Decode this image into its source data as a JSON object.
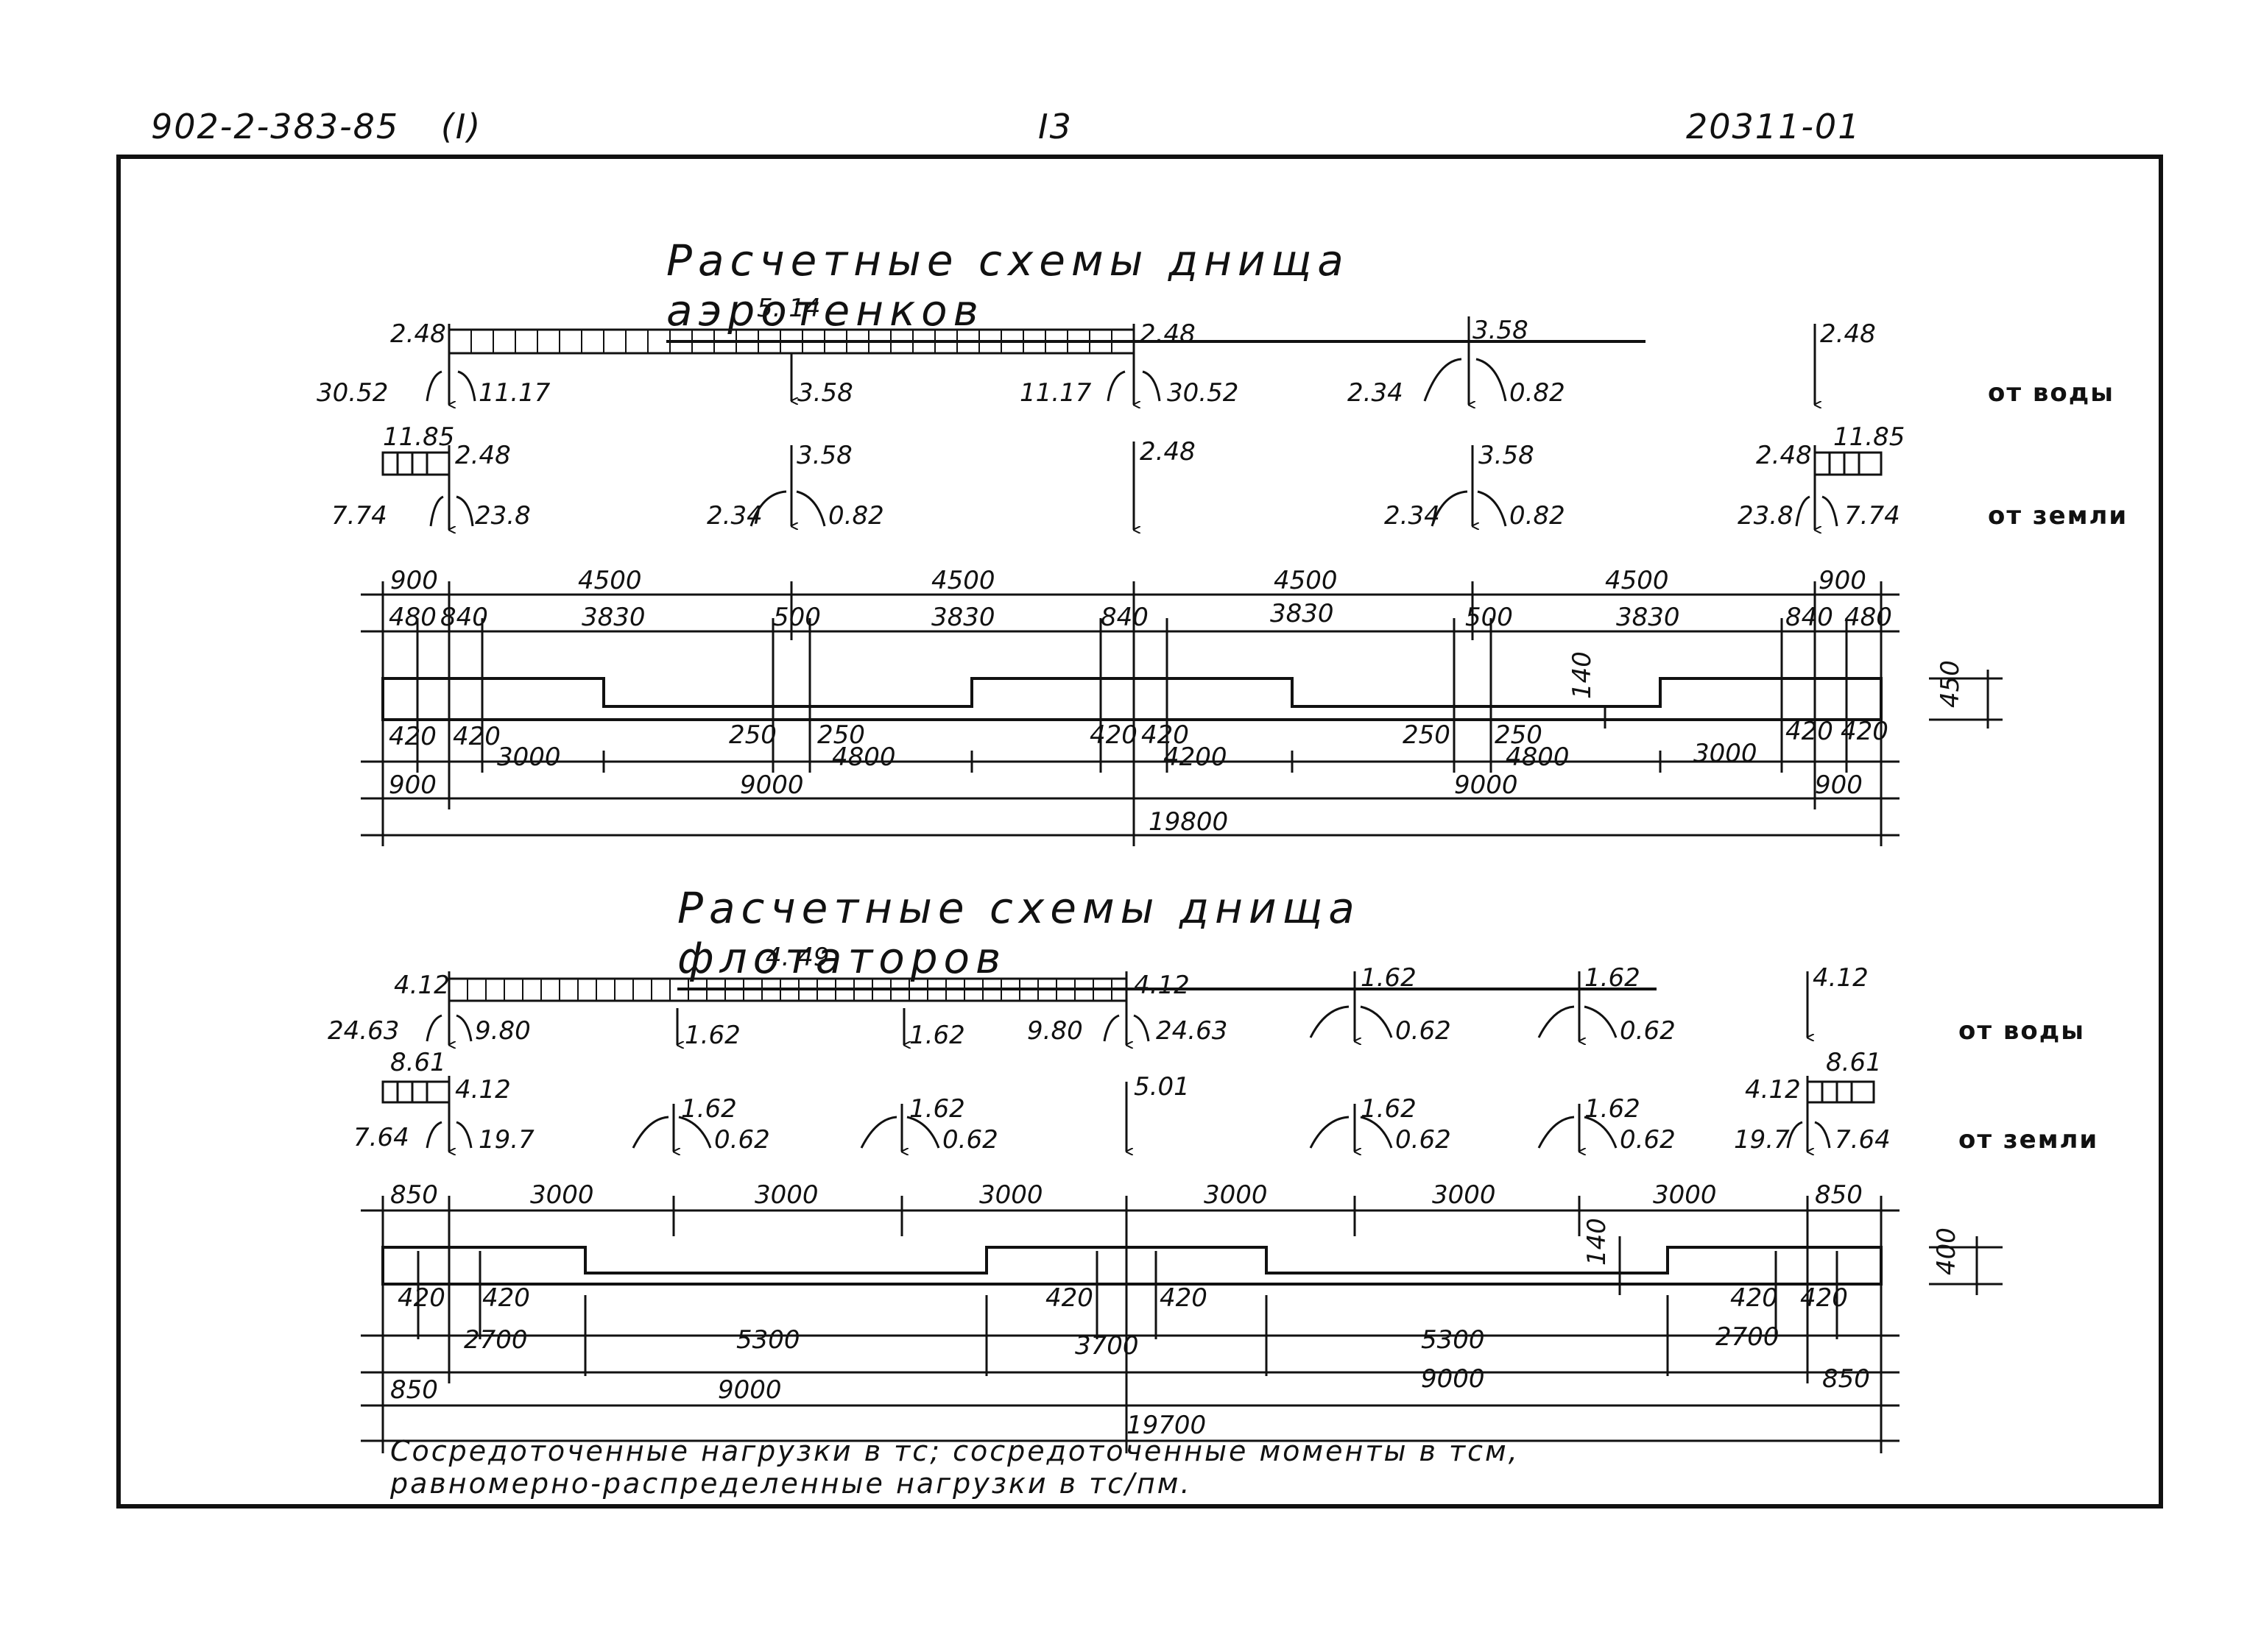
{
  "header": {
    "doc_code": "902-2-383-85",
    "album": "(I)",
    "page": "I3",
    "sheet": "20311-01"
  },
  "aero": {
    "title": "Расчетные схемы днища аэротенков",
    "water": {
      "udl": "5. 14",
      "v_left": "2.48",
      "v_right": "2.48",
      "m_left_out": "30.52",
      "m_left_in": "11.17",
      "p_mid": "3.58",
      "m_right_in": "11.17",
      "m_right_out": "30.52",
      "p3": "3.58",
      "m3_left": "2.34",
      "m3_right": "0.82",
      "p4": "2.48",
      "label": "от воды"
    },
    "soil": {
      "w_left": "11.85",
      "v_left": "2.48",
      "m_left_out": "7.74",
      "m_left_in": "23.8",
      "p2": "3.58",
      "m2_left": "2.34",
      "m2_right": "0.82",
      "p3": "2.48",
      "p4": "3.58",
      "m4_left": "2.34",
      "m4_right": "0.82",
      "v_right": "2.48",
      "w_right": "11.85",
      "m_right_in": "23.8",
      "m_right_out": "7.74",
      "label": "от земли"
    },
    "dims_top": [
      "900",
      "4500",
      "4500",
      "4500",
      "4500",
      "900"
    ],
    "dims_top2": [
      "480",
      "840",
      "3830",
      "500",
      "3830",
      "840",
      "3830",
      "500",
      "3830",
      "840",
      "480"
    ],
    "dims_thick": [
      "140",
      "450"
    ],
    "dims_bot1": [
      "420",
      "420",
      "3000",
      "250",
      "250",
      "4800",
      "420",
      "420",
      "4200",
      "250",
      "250",
      "4800",
      "3000",
      "420",
      "420"
    ],
    "dims_bot2": [
      "900",
      "9000",
      "9000",
      "900"
    ],
    "total": "19800"
  },
  "flot": {
    "title": "Расчетные схемы днища флотаторов",
    "water": {
      "udl": "4. 49",
      "v_left": "4.12",
      "v_right": "4.12",
      "m_left_out": "24.63",
      "m_left_in": "9.80",
      "p_a": "1.62",
      "p_b": "1.62",
      "m_right_in": "9.80",
      "m_right_out": "24.63",
      "p5": "1.62",
      "m5": "0.62",
      "p6": "1.62",
      "m6": "0.62",
      "p7": "4.12",
      "label": "от воды"
    },
    "soil": {
      "w_left": "8.61",
      "v_left": "4.12",
      "m_left_out": "7.64",
      "m_left_in": "19.7",
      "p2": "1.62",
      "m2": "0.62",
      "p3": "1.62",
      "m3": "0.62",
      "p4": "5.01",
      "p5": "1.62",
      "m5": "0.62",
      "p6": "1.62",
      "m6": "0.62",
      "v_right": "4.12",
      "w_right": "8.61",
      "m_right_in": "19.7",
      "m_right_out": "7.64",
      "label": "от земли"
    },
    "dims_top": [
      "850",
      "3000",
      "3000",
      "3000",
      "3000",
      "3000",
      "3000",
      "850"
    ],
    "dims_thick": [
      "140",
      "400"
    ],
    "dims_bot1": [
      "420",
      "420",
      "2700",
      "5300",
      "420",
      "420",
      "3700",
      "5300",
      "2700",
      "420",
      "420"
    ],
    "dims_bot2": [
      "850",
      "9000",
      "9000",
      "850"
    ],
    "total": "19700"
  },
  "note": {
    "line1": "Сосредоточенные нагрузки в тс; сосредоточенные моменты в тсм,",
    "line2": "равномерно-распределенные нагрузки в тс/пм."
  }
}
